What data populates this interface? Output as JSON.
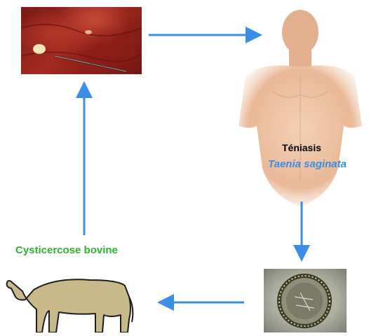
{
  "labels": {
    "teniasis": "Téniasis",
    "taenia": "Taenia saginata",
    "cysticercose": "Cysticercose bovine"
  },
  "colors": {
    "arrow": "#3a8ee6",
    "taenia_label": "#3a8ee6",
    "cysticercose_label": "#2cb52c"
  },
  "images": {
    "meat": "infected-beef-meat-photo",
    "human": "human-torso-figure",
    "egg": "taenia-egg-microscopy",
    "cow": "cow-silhouette"
  }
}
